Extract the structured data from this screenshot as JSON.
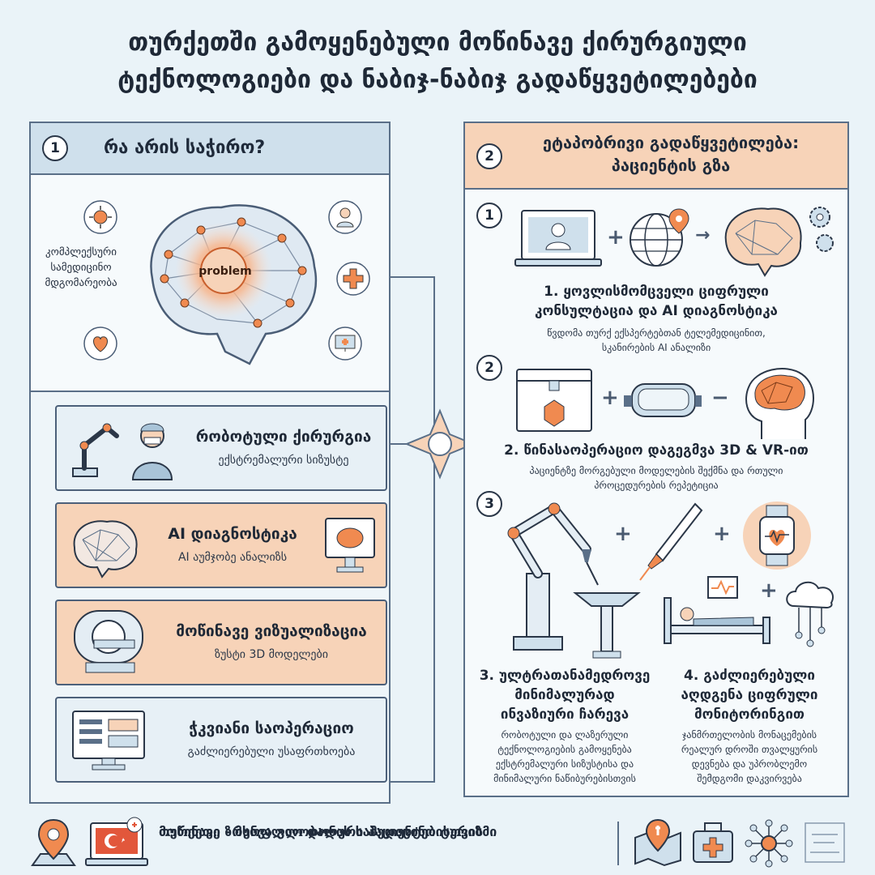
{
  "title": {
    "line1": "თურქეთში გამოყენებული მოწინავე ქირურგიული",
    "line2": "ტექნოლოგიები და ნაბიჯ-ნაბიჯ გადაწყვეტილებები"
  },
  "left_panel": {
    "number": "1",
    "heading": "რა არის საჭირო?",
    "complex_label": "კომპლექსური სამედიცინო მდგომარეობა",
    "problem_label": "problem",
    "cards": [
      {
        "title": "რობოტული ქირურგია",
        "subtitle": "ექსტრემალური სიზუსტე"
      },
      {
        "title": "AI დიაგნოსტიკა",
        "subtitle": "AI აუმჯობე ანალიზს"
      },
      {
        "title": "მოწინავე ვიზუალიზაცია",
        "subtitle": "ზუსტი 3D მოდელები"
      },
      {
        "title": "ჭკვიანი საოპერაციო",
        "subtitle": "გაძლიერებული უსაფრთხოება"
      }
    ]
  },
  "right_panel": {
    "number": "2",
    "heading_line1": "ეტაპობრივი გადაწყვეტილება:",
    "heading_line2": "პაციენტის გზა",
    "steps": [
      {
        "num": "1",
        "title_line1": "1. ყოვლისმომცველი ციფრული",
        "title_line2": "კონსულტაცია და AI დიაგნოსტიკა",
        "desc_line1": "წვდომა თურქ ექსპერტებთან ტელემედიცინით,",
        "desc_line2": "სკანირების AI ანალიზი"
      },
      {
        "num": "2",
        "title_line1": "2. წინასაოპერაციო დაგეგმვა 3D & VR-ით",
        "desc_line1": "პაციენტზე მორგებული მოდელების შექმნა და რთული",
        "desc_line2": "პროცედურების რეპეტიცია"
      },
      {
        "num": "3",
        "title_line1": "3. ულტრათანამედროვე",
        "title_line2": "მინიმალურად",
        "title_line3": "ინვაზიური ჩარევა",
        "desc_line1": "რობოტული და ლაზერული",
        "desc_line2": "ტექნოლოგიების გამოყენება",
        "desc_line3": "ექსტრემალური სიზუსტისა და",
        "desc_line4": "მინიმალური ნაწიბურებისთვის"
      },
      {
        "num": "",
        "title_line1": "4. გაძლიერებული",
        "title_line2": "აღდგენა ციფრული",
        "title_line3": "მონიტორინგით",
        "desc_line1": "ჯანმრთელობის მონაცემების",
        "desc_line2": "რეალურ დროში თვალყურის",
        "desc_line3": "დევნება და უპრობლემო",
        "desc_line4": "შემდგომი დაკვირვება"
      }
    ],
    "plus": "+",
    "minus": "−",
    "arrow": "→"
  },
  "footer": {
    "line1": "თურქეთი - მსოფლიო დონის სამედიცინო ტურიზმი",
    "line2": "მოწინავე ზრუნვა გლობალური პაციენტებისთვის"
  },
  "colors": {
    "orange": "#f7d3b8",
    "orange_dark": "#e98a55",
    "blue_bg": "#cfe0ec",
    "navy": "#2b3748"
  }
}
